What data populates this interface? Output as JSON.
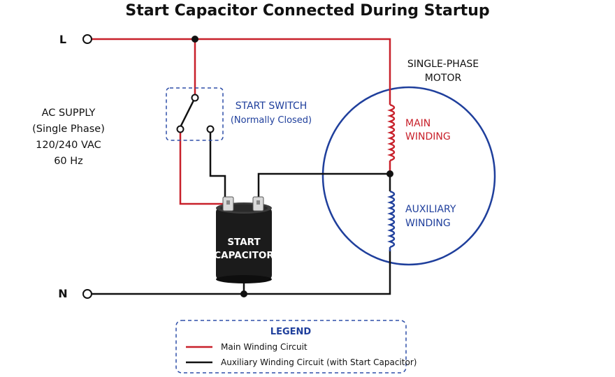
{
  "title": "Start Capacitor Connected During Startup",
  "terminals": {
    "line": "L",
    "neutral": "N"
  },
  "supply": {
    "line1": "AC SUPPLY",
    "line2": "(Single Phase)",
    "line3": "120/240 VAC",
    "line4": "60 Hz"
  },
  "start_switch": {
    "label": "START SWITCH",
    "sub": "(Normally Closed)"
  },
  "motor": {
    "line1": "SINGLE-PHASE",
    "line2": "MOTOR"
  },
  "main_winding": {
    "line1": "MAIN",
    "line2": "WINDING"
  },
  "aux_winding": {
    "line1": "AUXILIARY",
    "line2": "WINDING"
  },
  "capacitor": {
    "line1": "START",
    "line2": "CAPACITOR"
  },
  "legend": {
    "title": "LEGEND",
    "items": [
      {
        "label": "Main Winding Circuit",
        "color": "#c8202a"
      },
      {
        "label": "Auxiliary Winding Circuit (with Start Capacitor)",
        "color": "#111111"
      }
    ]
  },
  "colors": {
    "main_circuit": "#c8202a",
    "aux_circuit": "#111111",
    "motor_outline": "#1f3f9c",
    "dashed_box": "#2f4fa8"
  }
}
